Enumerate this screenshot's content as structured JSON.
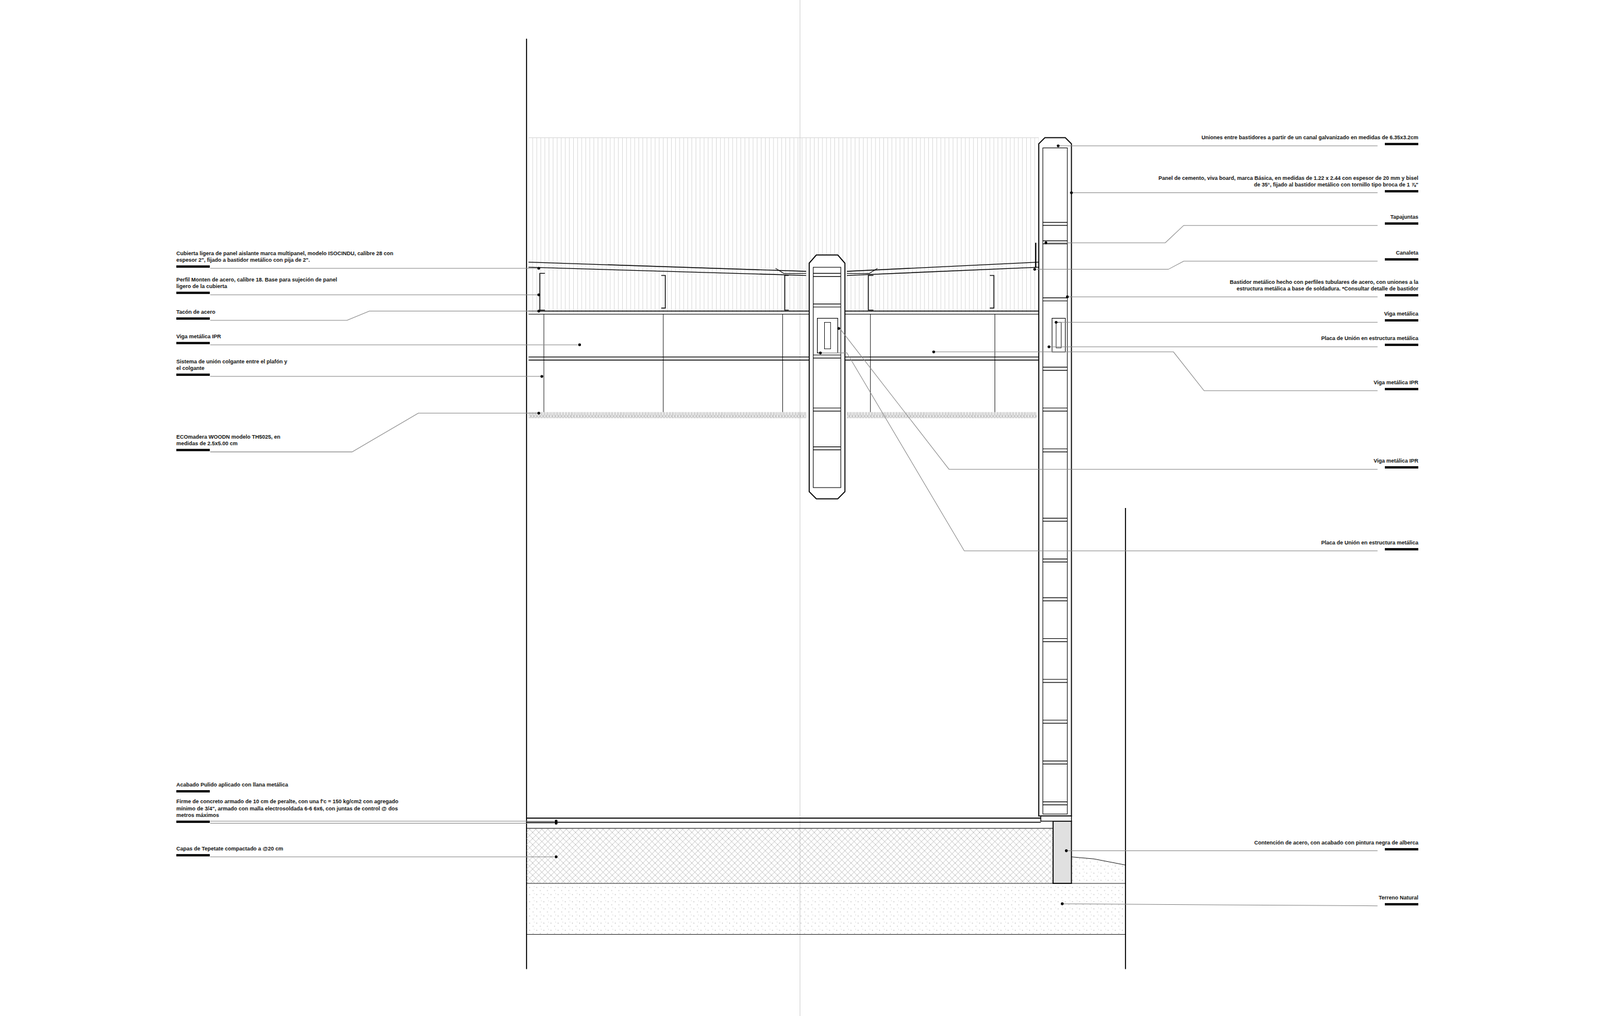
{
  "diagram": {
    "labels": [
      "Cubierta ligera de panel aislante marca multipanel, modelo ISOCINDU, calibre 28 con espesor 2\", fijado a bastidor metálico con pija de 2\".",
      "Perfil Monten de acero, calibre 18. Base para sujeción de panel ligero de la cubierta",
      "Tacón de acero",
      "Viga metálica IPR",
      "Sistema de unión colgante entre el plafón y el colgante",
      "ECOmadera WOODN modelo TH5025, en medidas de 2.5x5.00 cm",
      "Acabado Pulido aplicado con llana metálica",
      "Firme de concreto armado de 10 cm de peralte, con una f'c = 150 kg/cm2 con agregado mínimo de 3/4\", armado con malla electrosoldada 6-6 6x6, con juntas de control @ dos metros máximos",
      "Capas de Tepetate compactado a @20 cm",
      "Uniones entre bastidores a partir de un canal galvanizado en medidas de 6.35x3.2cm",
      "Panel de cemento, viva board, marca Básica, en medidas de 1.22 x 2.44 con espesor de 20 mm y bisel de 35°, fijado al bastidor metálico con tornillo tipo broca de 1 ⅞\"",
      "Tapajuntas",
      "Canaleta",
      "Bastidor metálico hecho con perfiles tubulares de acero, con uniones a la estructura metálica a base de soldadura. *Consultar detalle de bastidor",
      "Viga metálica",
      "Placa de Unión en estructura metálica",
      "Viga metálica IPR",
      "Viga metálica IPR",
      "Placa de Unión en estructura metálica",
      "Contención de acero, con acabado con pintura negra de alberca",
      "Terreno Natural"
    ]
  }
}
